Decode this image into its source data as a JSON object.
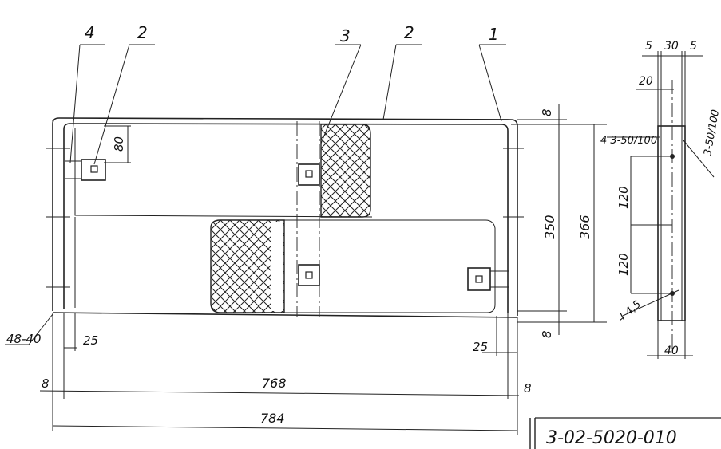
{
  "callouts": [
    "4",
    "2",
    "3",
    "2",
    "1"
  ],
  "dims": {
    "top_gap": "8",
    "height_inner": "350",
    "height_outer": "366",
    "bottom_gap": "8",
    "bracket_offset": "80",
    "left_margin": "25",
    "right_margin": "25",
    "left_ref": "8",
    "right_ref": "8",
    "width_inner": "768",
    "width_outer": "784",
    "hole_left": "48-40"
  },
  "side": {
    "top_widths": [
      "5",
      "30",
      "5"
    ],
    "offset_20": "20",
    "hole_top": "4 3-50/100",
    "slot": "3-50/100",
    "spacing_1": "120",
    "spacing_2": "120",
    "hole_bottom": "4 4,5",
    "bottom_width": "40"
  },
  "drawing_number": "3-02-5020-010"
}
